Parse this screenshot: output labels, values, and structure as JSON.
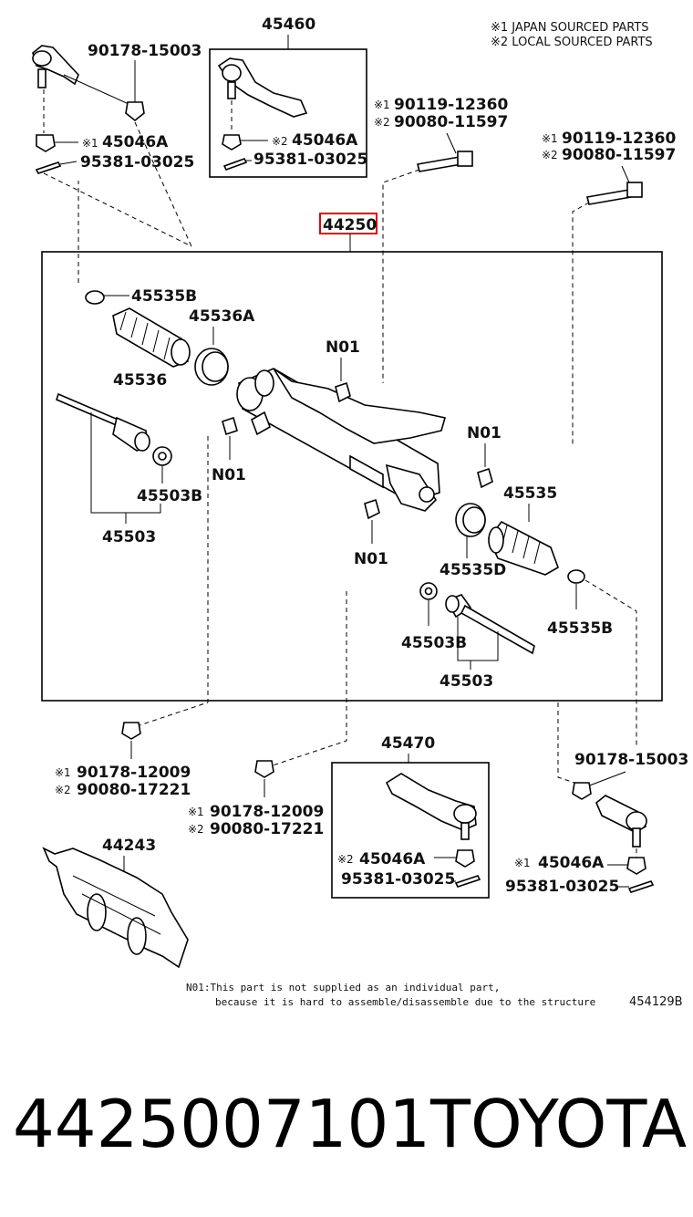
{
  "legend": [
    "※1 JAPAN SOURCED PARTS",
    "※2 LOCAL SOURCED PARTS"
  ],
  "labels": {
    "p45460": "45460",
    "p90178_15003_a": "90178-15003",
    "p45046A_1": "45046A",
    "p95381_1": "95381-03025",
    "p45046A_2": "45046A",
    "p95381_2": "95381-03025",
    "p90119_a": "90119-12360",
    "p90080_11597_a": "90080-11597",
    "p90119_b": "90119-12360",
    "p90080_11597_b": "90080-11597",
    "p44250": "44250",
    "p45535B_a": "45535B",
    "p45536A": "45536A",
    "p45536": "45536",
    "pN01_a": "N01",
    "pN01_b": "N01",
    "pN01_c": "N01",
    "pN01_d": "N01",
    "p45503B_a": "45503B",
    "p45503_a": "45503",
    "p45535": "45535",
    "p45535D": "45535D",
    "p45535B_b": "45535B",
    "p45503B_b": "45503B",
    "p45503_b": "45503",
    "p90178_12009_a": "90178-12009",
    "p90080_17221_a": "90080-17221",
    "p90178_12009_b": "90178-12009",
    "p90080_17221_b": "90080-17221",
    "p45470": "45470",
    "p90178_15003_b": "90178-15003",
    "p44243": "44243",
    "p45046A_3": "45046A",
    "p95381_3": "95381-03025",
    "p45046A_4": "45046A",
    "p95381_4": "95381-03025"
  },
  "marks": {
    "m1": "※1",
    "m2": "※2"
  },
  "note": {
    "line1": "N01:This part is not supplied as an individual part,",
    "line2": "because it is hard to assemble/disassemble due to the structure"
  },
  "diagram_code": "454129B",
  "footer": {
    "part_number": "4425007101",
    "brand": "TOYOTA"
  },
  "colors": {
    "highlight": "#e00000",
    "ink": "#000000"
  }
}
